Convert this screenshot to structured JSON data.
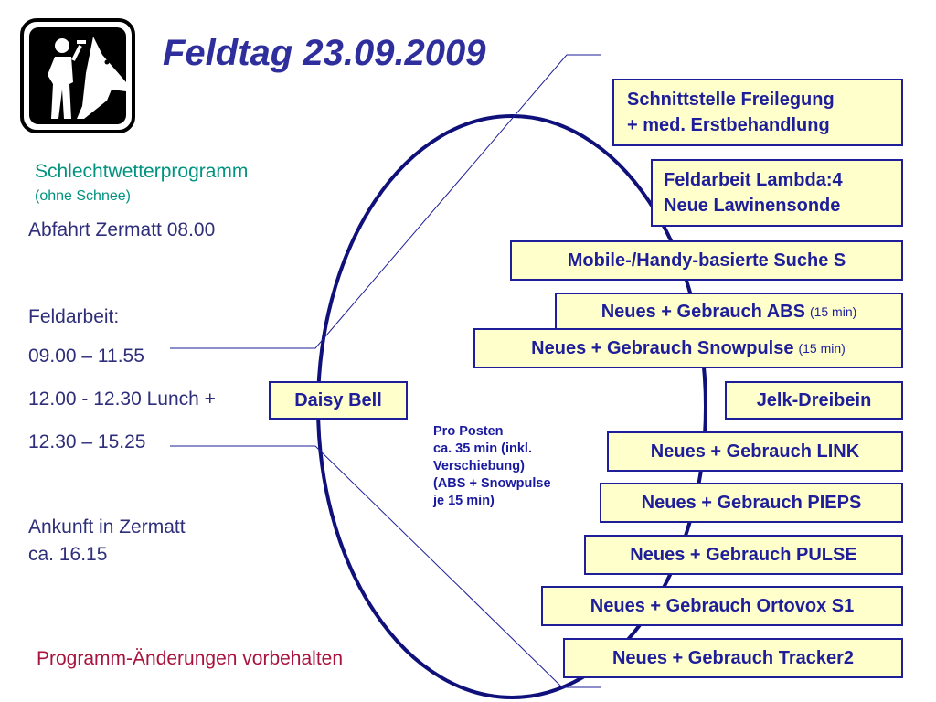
{
  "title": "Feldtag 23.09.2009",
  "logo": {
    "icon": "hiker-with-dog-icon"
  },
  "program": {
    "subtitle": "Schlechtwetterprogramm",
    "subtitle_note": "(ohne Schnee)",
    "departure": "Abfahrt Zermatt 08.00",
    "fieldwork_label": "Feldarbeit:",
    "slot1": "09.00 – 11.55",
    "slot2": "12.00 - 12.30 Lunch +",
    "slot3": "12.30 – 15.25",
    "arrival_line1": "Ankunft in Zermatt",
    "arrival_line2": "ca. 16.15",
    "changes": "Programm-Änderungen vorbehalten"
  },
  "daisy_bell": "Daisy Bell",
  "posten_note": {
    "line1": "Pro Posten",
    "line2": "ca. 35 min (inkl.",
    "line3": "Verschiebung)",
    "line4": "(ABS + Snowpulse",
    "line5": "je 15 min)"
  },
  "stations": {
    "s1_line1": "Schnittstelle Freilegung",
    "s1_line2": "+ med. Erstbehandlung",
    "s2_line1": "Feldarbeit Lambda:4",
    "s2_line2": "Neue Lawinensonde",
    "s3": "Mobile-/Handy-basierte Suche S",
    "s4": "Neues + Gebrauch ABS",
    "s4_note": "(15 min)",
    "s5": "Neues + Gebrauch Snowpulse",
    "s5_note": "(15 min)",
    "s6": "Jelk-Dreibein",
    "s7": "Neues + Gebrauch  LINK",
    "s8": "Neues + Gebrauch PIEPS",
    "s9": "Neues + Gebrauch PULSE",
    "s10": "Neues + Gebrauch Ortovox S1",
    "s11": "Neues + Gebrauch Tracker2"
  },
  "colors": {
    "title": "#2e2e9c",
    "box_fill": "#ffffcc",
    "box_border": "#1e1e9a",
    "ellipse": "#10107a",
    "subtitle": "#00937f",
    "changes": "#a8123c"
  }
}
